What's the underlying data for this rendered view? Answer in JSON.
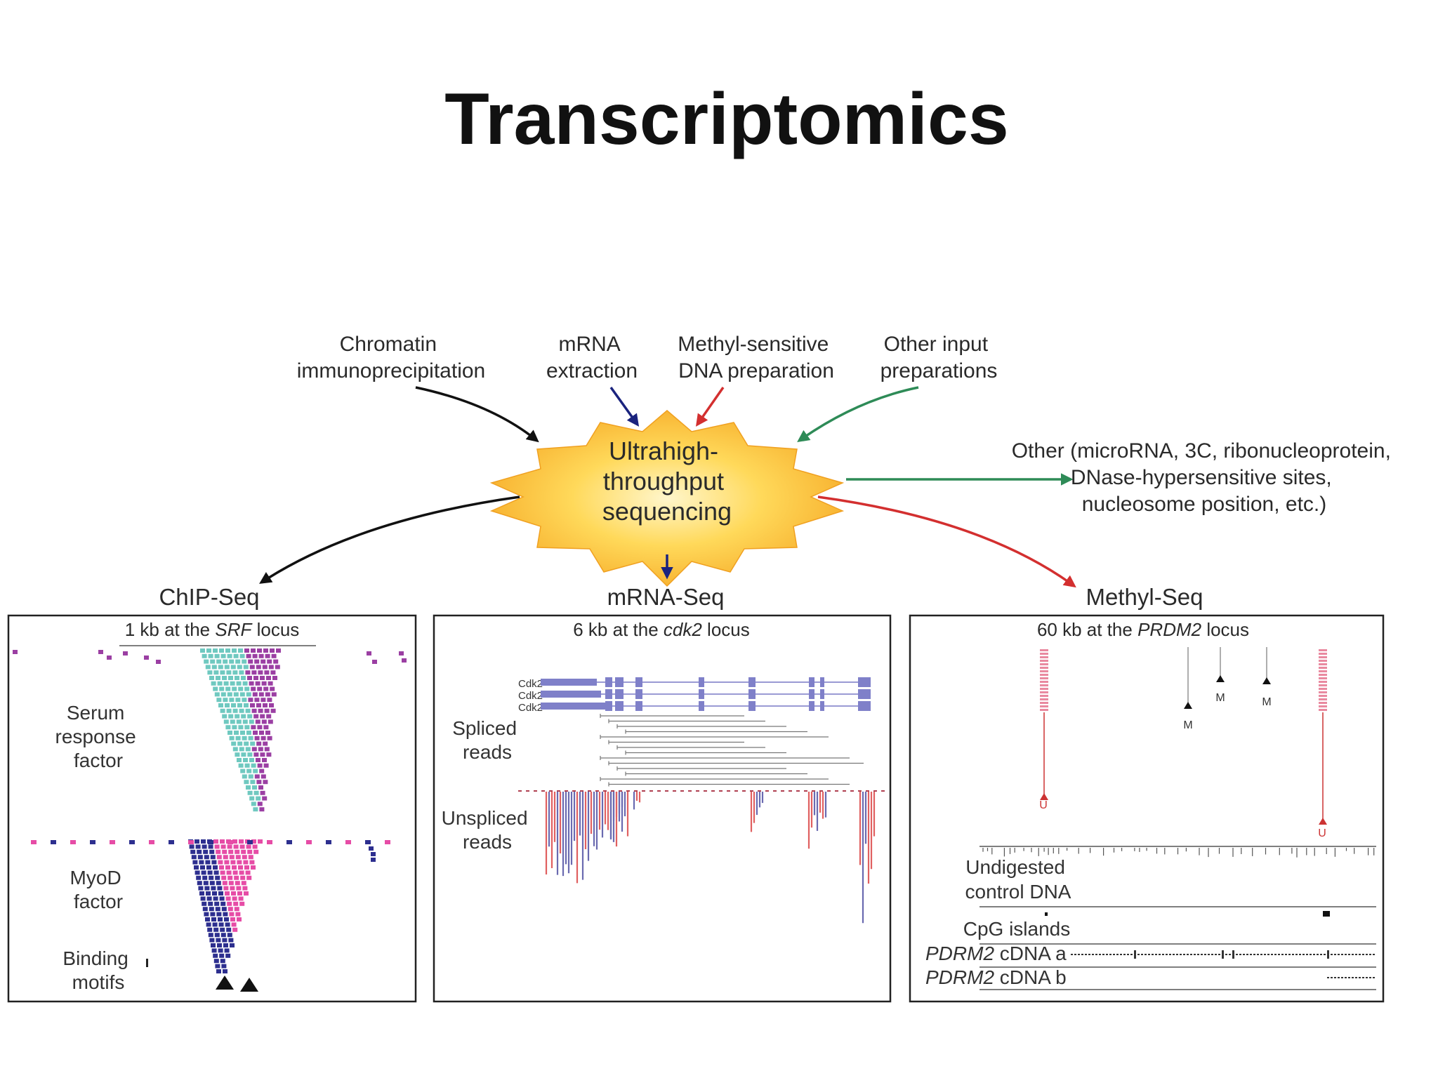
{
  "title": "Transcriptomics",
  "center": {
    "lines": [
      "Ultrahigh-",
      "throughput",
      "sequencing"
    ]
  },
  "inputs": {
    "chromatin": [
      "Chromatin",
      "immunoprecipitation"
    ],
    "mrna": [
      "mRNA",
      "extraction"
    ],
    "methyl": [
      "Methyl-sensitive",
      "DNA preparation"
    ],
    "other": [
      "Other input",
      "preparations"
    ]
  },
  "outputs": {
    "other": [
      "Other (microRNA, 3C, ribonucleoprotein,",
      "DNase-hypersensitive sites,",
      "nucleosome position, etc.)"
    ],
    "chip_seq": "ChIP-Seq",
    "mrna_seq": "mRNA-Seq",
    "methyl_seq": "Methyl-Seq"
  },
  "colors": {
    "black_arrow": "#111111",
    "navy_arrow": "#1a237e",
    "red_arrow": "#d32f2f",
    "green_arrow": "#2e8b57",
    "burst_center": "#fff6cc",
    "burst_edge": "#f5a623",
    "teal_read": "#6fc9c0",
    "purple_read": "#9b3fa3",
    "pink_read": "#e64ca6",
    "navy_read": "#2d2f8f",
    "exon_blue": "#7f80c9",
    "red_read": "#e06060"
  },
  "panels": {
    "chip": {
      "caption_pre": "1 kb at the ",
      "caption_gene": "SRF",
      "caption_post": " locus",
      "serum": [
        "Serum",
        "response",
        "factor"
      ],
      "myod": [
        "MyoD",
        "factor"
      ],
      "motifs": [
        "Binding",
        "motifs"
      ]
    },
    "mrna": {
      "caption_pre": "6 kb at the ",
      "caption_gene": "cdk2",
      "caption_post": " locus",
      "spliced": [
        "Spliced",
        "reads"
      ],
      "unspliced": [
        "Unspliced",
        "reads"
      ],
      "isoforms": [
        "Cdk2",
        "Cdk2",
        "Cdk2"
      ]
    },
    "methyl": {
      "caption_pre": "60 kb at the ",
      "caption_gene": "PRDM2",
      "caption_post": " locus",
      "undigested": [
        "Undigested",
        "control DNA"
      ],
      "cpg": "CpG islands",
      "cdna_gene": "PDRM2",
      "cdna_a": " cDNA a",
      "cdna_b": " cDNA b",
      "marker_u": "U",
      "marker_m": "M"
    }
  }
}
